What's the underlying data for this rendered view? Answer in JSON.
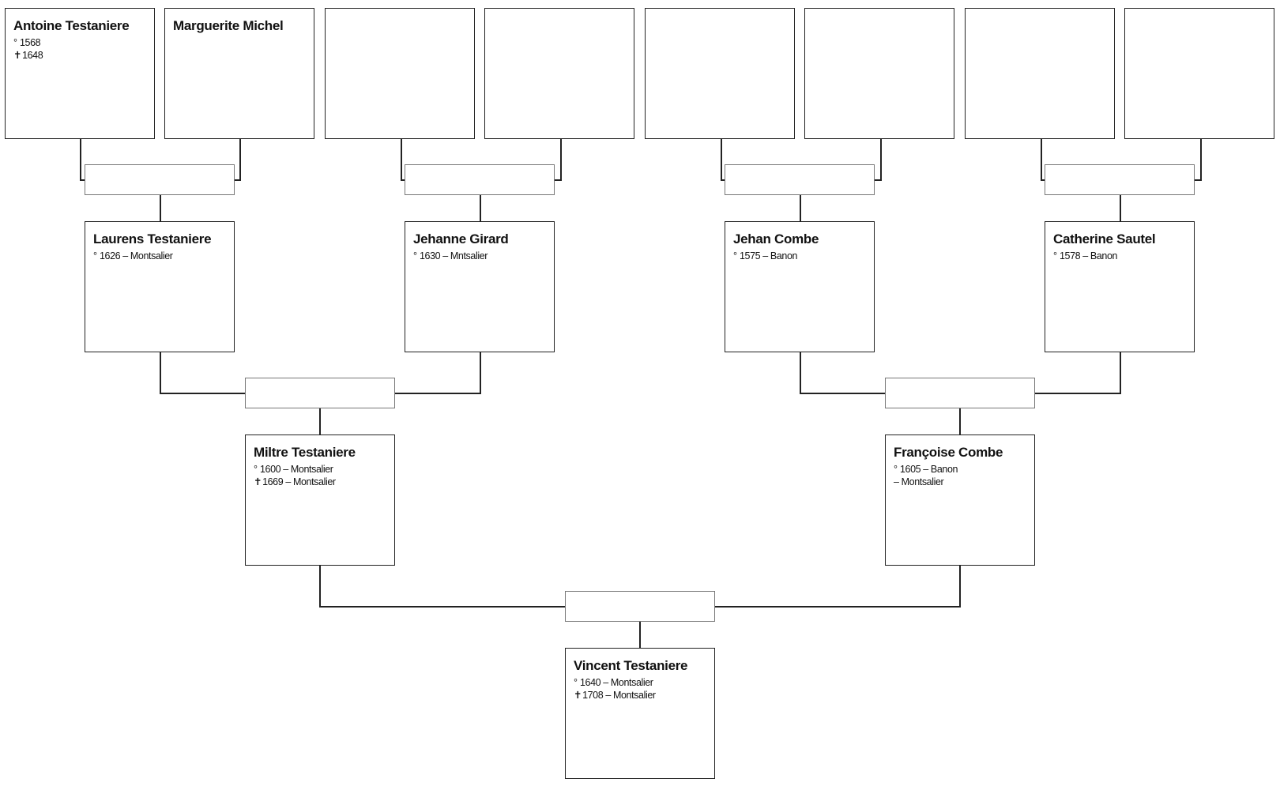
{
  "symbols": {
    "birth": "°",
    "death": "✝"
  },
  "people": {
    "g4_1": {
      "name": "Antoine Testaniere",
      "birth": "1568",
      "death": "1648"
    },
    "g4_2": {
      "name": "Marguerite Michel"
    },
    "g4_3": {},
    "g4_4": {},
    "g4_5": {},
    "g4_6": {},
    "g4_7": {},
    "g4_8": {},
    "g3_1": {
      "name": "Laurens Testaniere",
      "birth": "1626 – Montsalier"
    },
    "g3_2": {
      "name": "Jehanne Girard",
      "birth": "1630 – Mntsalier"
    },
    "g3_3": {
      "name": "Jehan Combe",
      "birth": "1575 – Banon"
    },
    "g3_4": {
      "name": "Catherine Sautel",
      "birth": "1578 – Banon"
    },
    "g2_1": {
      "name": "Miltre Testaniere",
      "birth": "1600 – Montsalier",
      "death": "1669 – Montsalier"
    },
    "g2_2": {
      "name": "Françoise Combe",
      "birth": "1605 – Banon",
      "extra": "– Montsalier"
    },
    "g1_1": {
      "name": "Vincent Testaniere",
      "birth": "1640 – Montsalier",
      "death": "1708 – Montsalier"
    }
  },
  "colors": {
    "box_border": "#222222",
    "marriage_border": "#777777",
    "line": "#222222",
    "background": "#ffffff"
  }
}
